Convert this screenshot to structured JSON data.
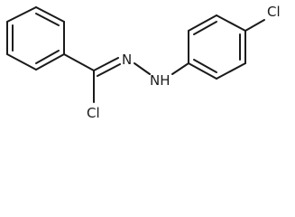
{
  "molecule": {
    "atoms": {
      "n_imine": "N",
      "n_amine": "NH",
      "cl_carbon": "Cl",
      "cl_para": "Cl"
    }
  },
  "colors": {
    "bond": "#1a1a1a",
    "label": "#1a1a1a",
    "background": "#ffffff"
  }
}
